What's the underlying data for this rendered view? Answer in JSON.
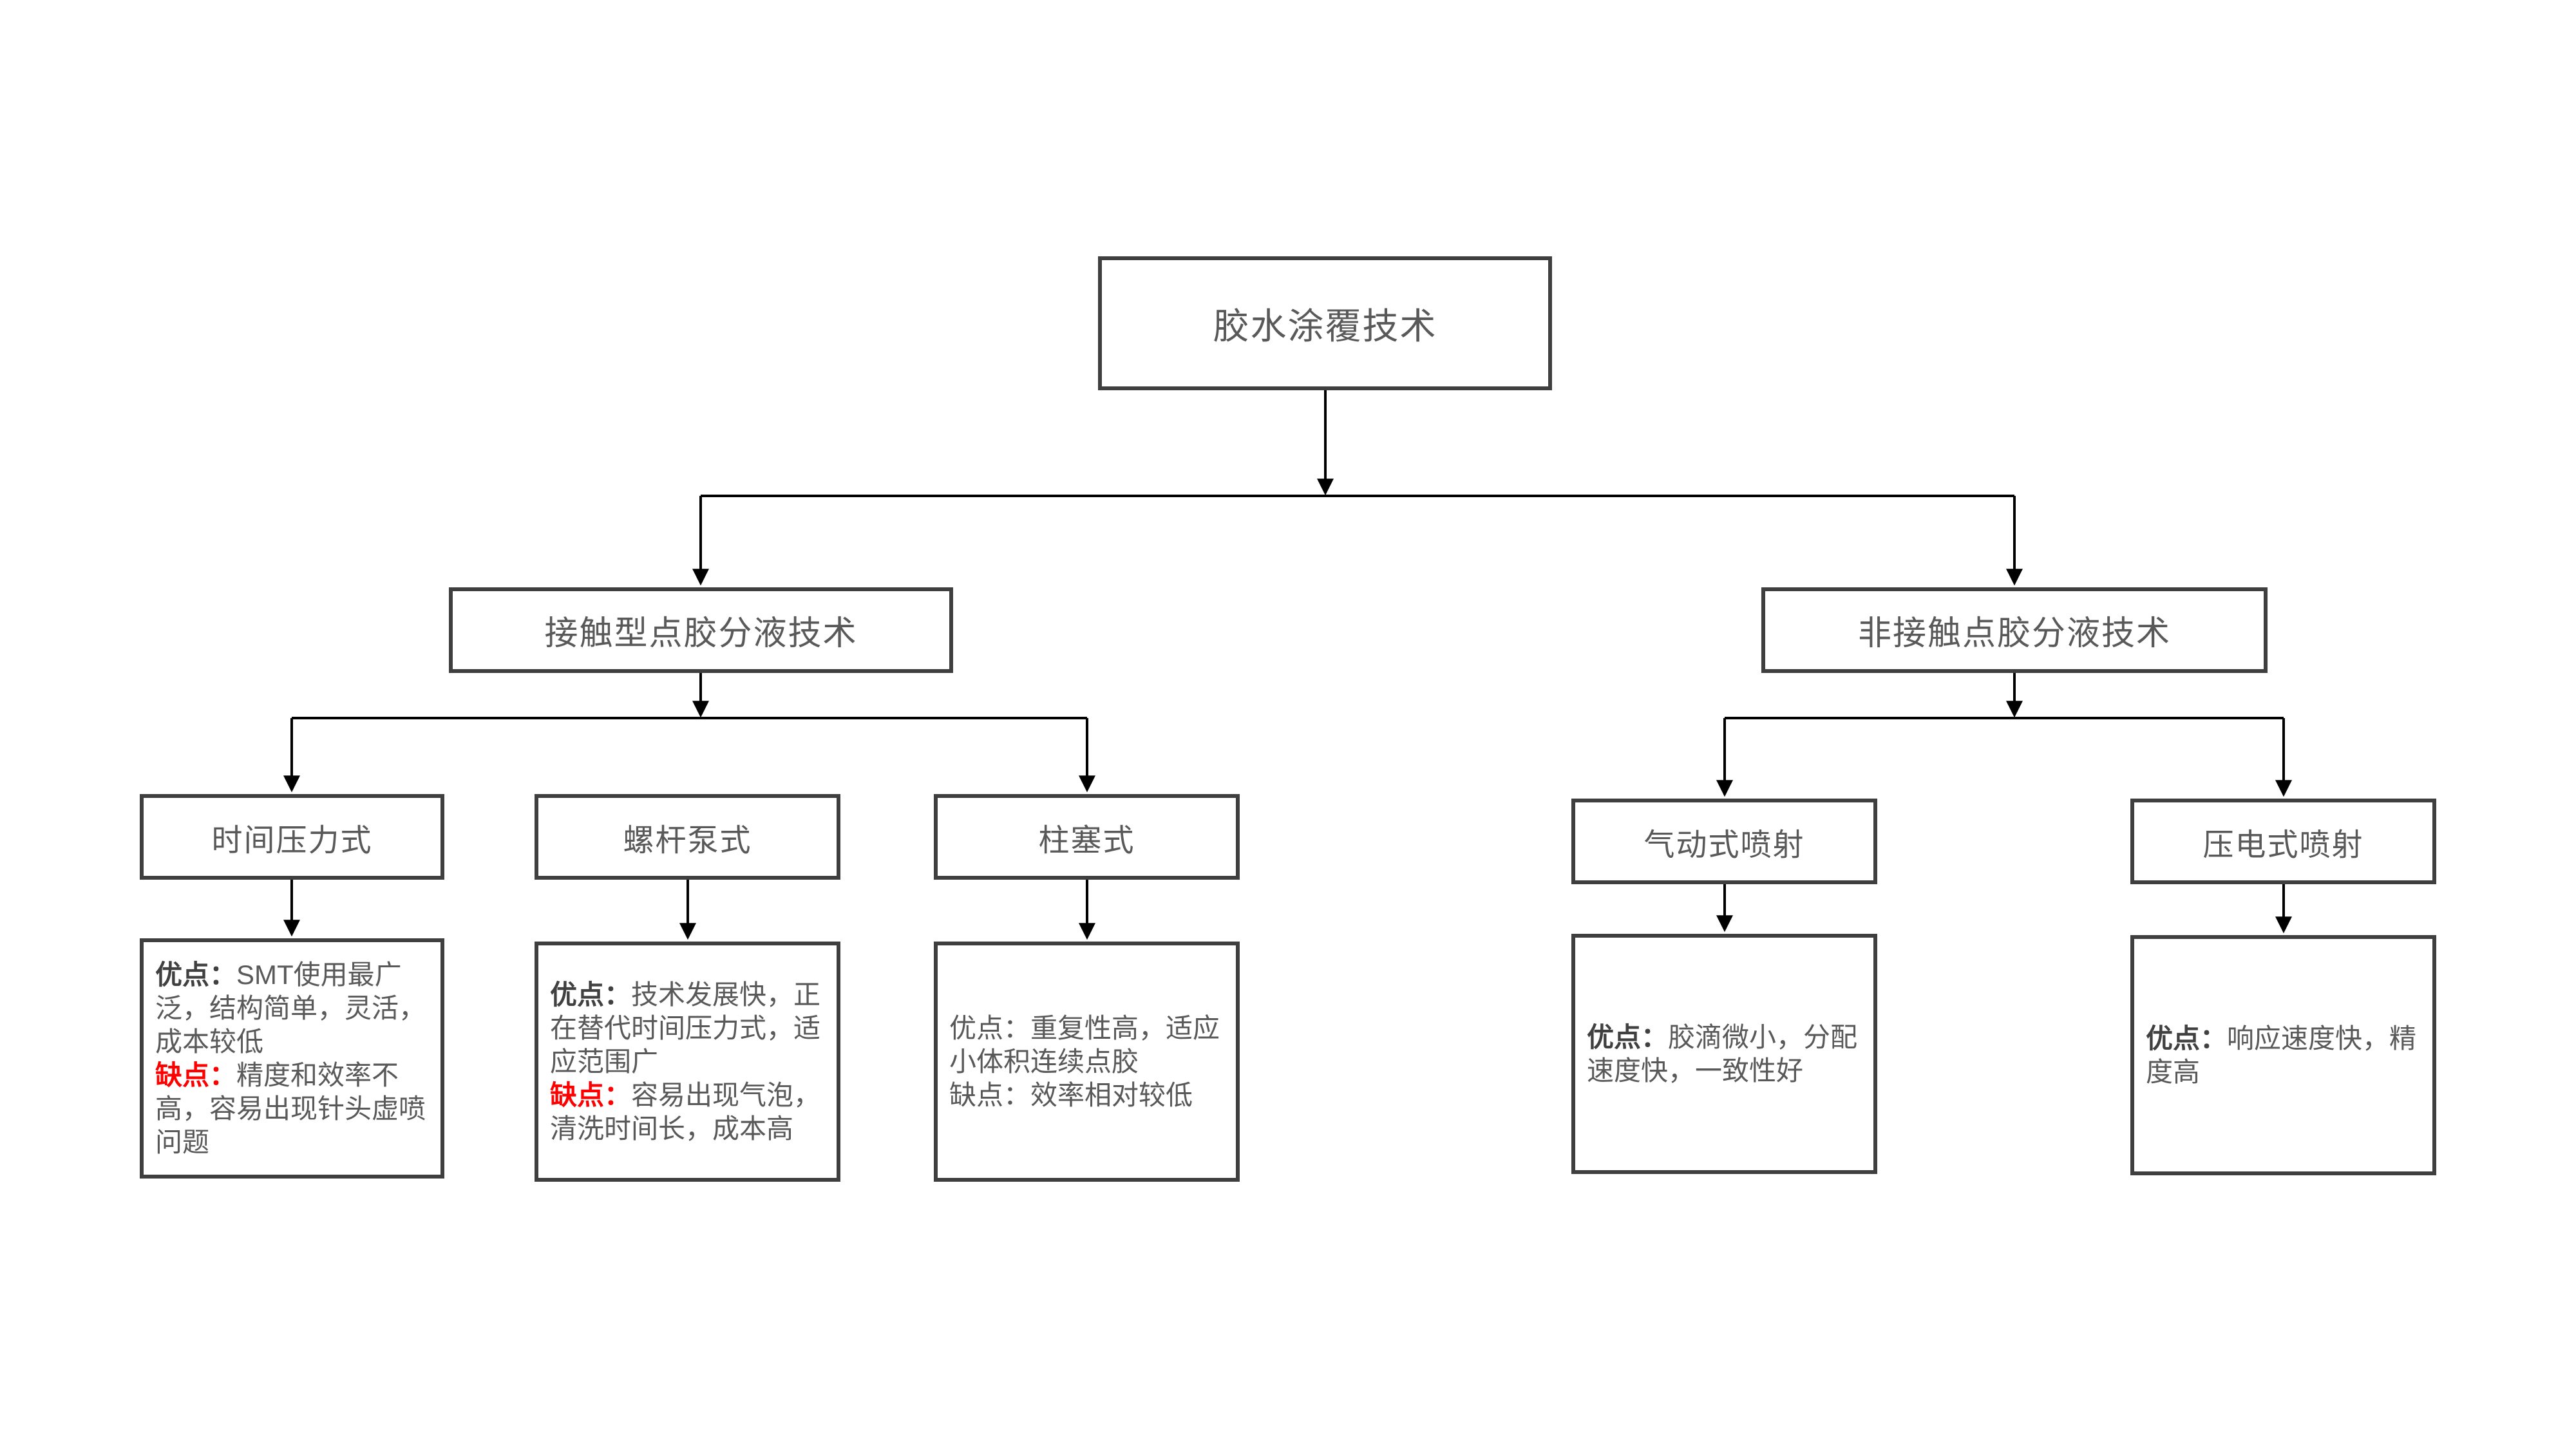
{
  "colors": {
    "box_border": "#3f3f3f",
    "node_text": "#595959",
    "body_text": "#595959",
    "label_bold": "#404040",
    "accent_red": "#ff0000",
    "connector": "#000000",
    "background": "#ffffff"
  },
  "root": {
    "label": "胶水涂覆技术"
  },
  "branches": {
    "contact": {
      "label": "接触型点胶分液技术"
    },
    "noncontact": {
      "label": "非接触点胶分液技术"
    }
  },
  "leaves": {
    "time_pressure": {
      "label": "时间压力式",
      "pros_label": "优点：",
      "pros_text": "SMT使用最广泛，结构简单，灵活，成本较低",
      "cons_label": "缺点：",
      "cons_text": "精度和效率不高，容易出现针头虚喷问题"
    },
    "screw_pump": {
      "label": "螺杆泵式",
      "pros_label": "优点：",
      "pros_text": "技术发展快，正在替代时间压力式，适应范围广",
      "cons_label": "缺点：",
      "cons_text": "容易出现气泡，清洗时间长，成本高"
    },
    "piston": {
      "label": "柱塞式",
      "pros_label": "优点：",
      "pros_text": "重复性高，适应小体积连续点胶",
      "cons_label": "缺点：",
      "cons_text": "效率相对较低"
    },
    "pneumatic_jet": {
      "label": "气动式喷射",
      "pros_label": "优点：",
      "pros_text": "胶滴微小，分配速度快，一致性好"
    },
    "piezo_jet": {
      "label": "压电式喷射",
      "pros_label": "优点：",
      "pros_text": "响应速度快，精度高"
    }
  }
}
